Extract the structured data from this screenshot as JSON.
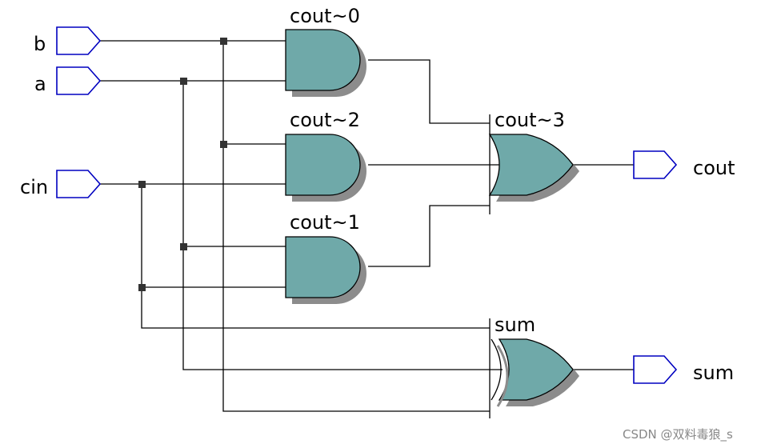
{
  "ports": {
    "inputs": [
      {
        "id": "b",
        "label": "b"
      },
      {
        "id": "a",
        "label": "a"
      },
      {
        "id": "cin",
        "label": "cin"
      }
    ],
    "outputs": [
      {
        "id": "cout",
        "label": "cout"
      },
      {
        "id": "sum",
        "label": "sum"
      }
    ]
  },
  "gates": [
    {
      "id": "cout0",
      "type": "AND",
      "label": "cout~0"
    },
    {
      "id": "cout2",
      "type": "AND",
      "label": "cout~2"
    },
    {
      "id": "cout1",
      "type": "AND",
      "label": "cout~1"
    },
    {
      "id": "cout3",
      "type": "OR",
      "label": "cout~3"
    },
    {
      "id": "sum",
      "type": "XOR",
      "label": "sum"
    }
  ],
  "watermark": "CSDN @双料毒狼_s",
  "colors": {
    "gate_fill": "#6fa9a9",
    "gate_shadow": "#8c8c8c",
    "wire": "#000000",
    "port_outline": "#0000c0",
    "junction": "#333333"
  }
}
